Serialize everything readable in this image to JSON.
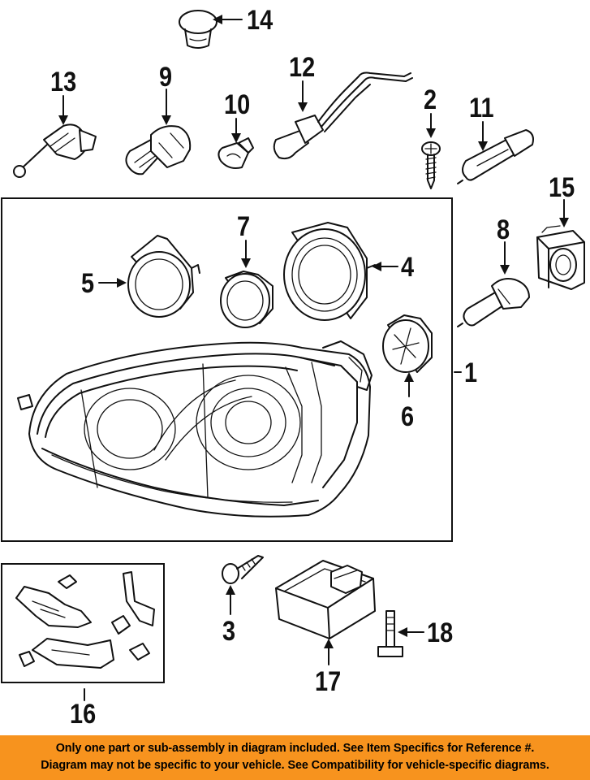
{
  "callouts": {
    "n1": "1",
    "n2": "2",
    "n3": "3",
    "n4": "4",
    "n5": "5",
    "n6": "6",
    "n7": "7",
    "n8": "8",
    "n9": "9",
    "n10": "10",
    "n11": "11",
    "n12": "12",
    "n13": "13",
    "n14": "14",
    "n15": "15",
    "n16": "16",
    "n17": "17",
    "n18": "18"
  },
  "footer": {
    "line1": "Only one part or sub-assembly in diagram included. See Item Specifics for Reference #.",
    "line2": "Diagram may not be specific to your vehicle. See Compatibility for vehicle-specific diagrams."
  },
  "colors": {
    "footer_bg": "#f7931e",
    "ink": "#111111",
    "background": "#ffffff"
  }
}
